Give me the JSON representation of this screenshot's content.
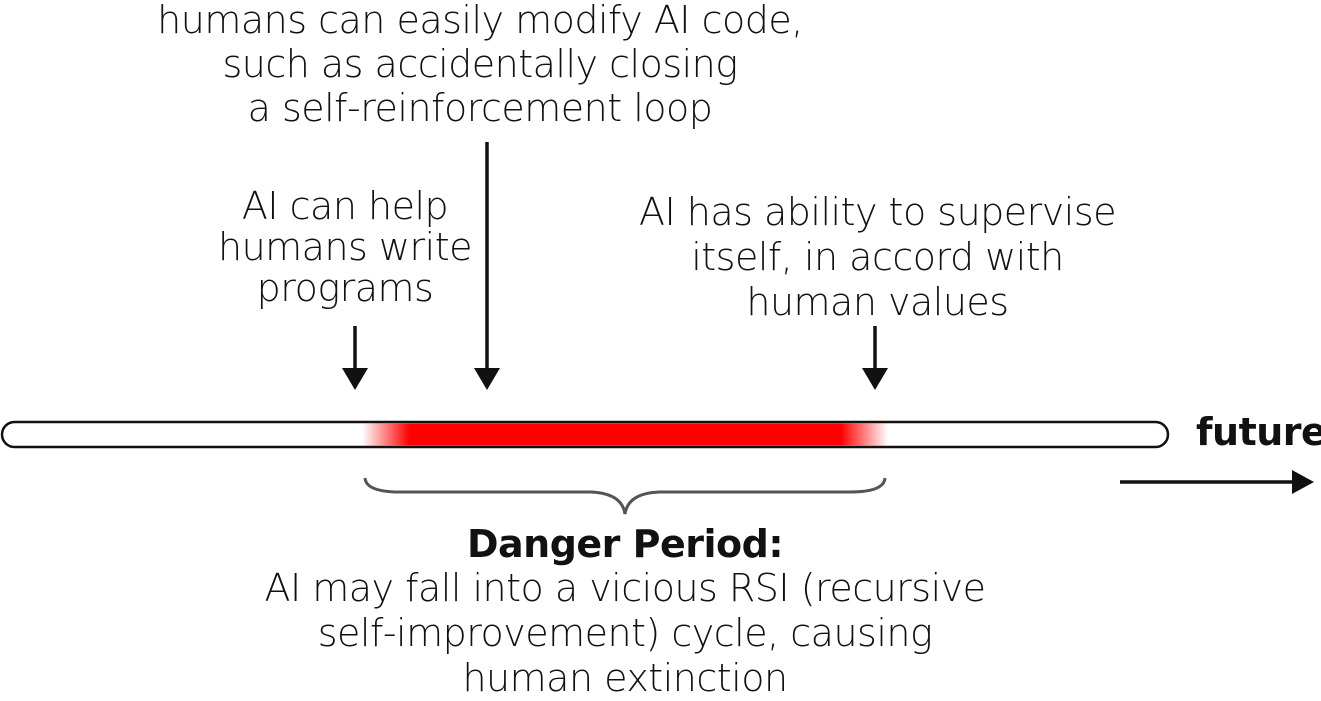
{
  "labels": {
    "top": [
      "humans can easily modify AI code,",
      "such as accidentally closing",
      "a self-reinforcement loop"
    ],
    "left": [
      "AI can help",
      "humans write",
      "programs"
    ],
    "right": [
      "AI has ability to supervise",
      "itself, in accord with",
      "human values"
    ],
    "future": "future"
  },
  "danger": {
    "title": "Danger Period:",
    "description": [
      "AI may fall into a vicious RSI (recursive",
      "self-improvement) cycle, causing",
      "human extinction"
    ]
  },
  "colors": {
    "danger": "#ff0000",
    "line": "#111111",
    "brace": "#555555"
  }
}
